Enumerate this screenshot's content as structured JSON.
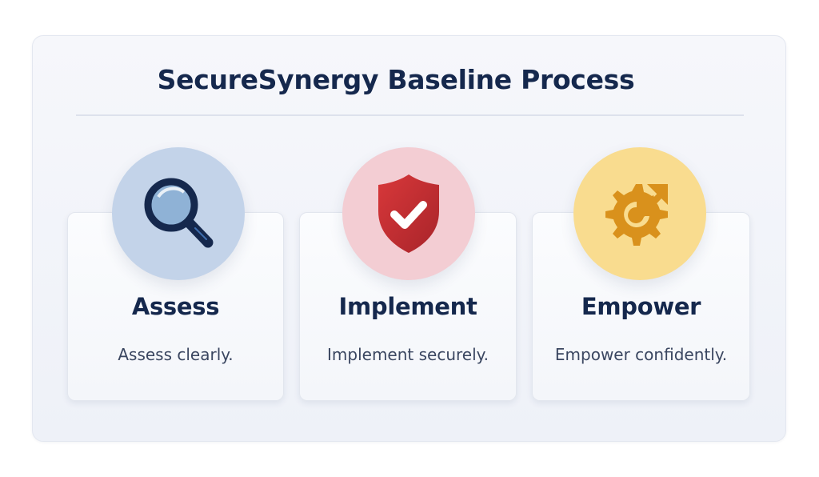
{
  "title": "SecureSynergy Baseline Process",
  "colors": {
    "title": "#15284d",
    "assess_circle": "#c3d3e9",
    "implement_circle": "#f3cdd3",
    "empower_circle": "#f9dc8f",
    "search_icon": "#15284d",
    "shield_icon": "#c0282c",
    "gear_icon": "#d9911c"
  },
  "steps": [
    {
      "title": "Assess",
      "description": "Assess clearly.",
      "icon": "search-icon"
    },
    {
      "title": "Implement",
      "description": "Implement securely.",
      "icon": "shield-check-icon"
    },
    {
      "title": "Empower",
      "description": "Empower confidently.",
      "icon": "gear-arrow-icon"
    }
  ]
}
